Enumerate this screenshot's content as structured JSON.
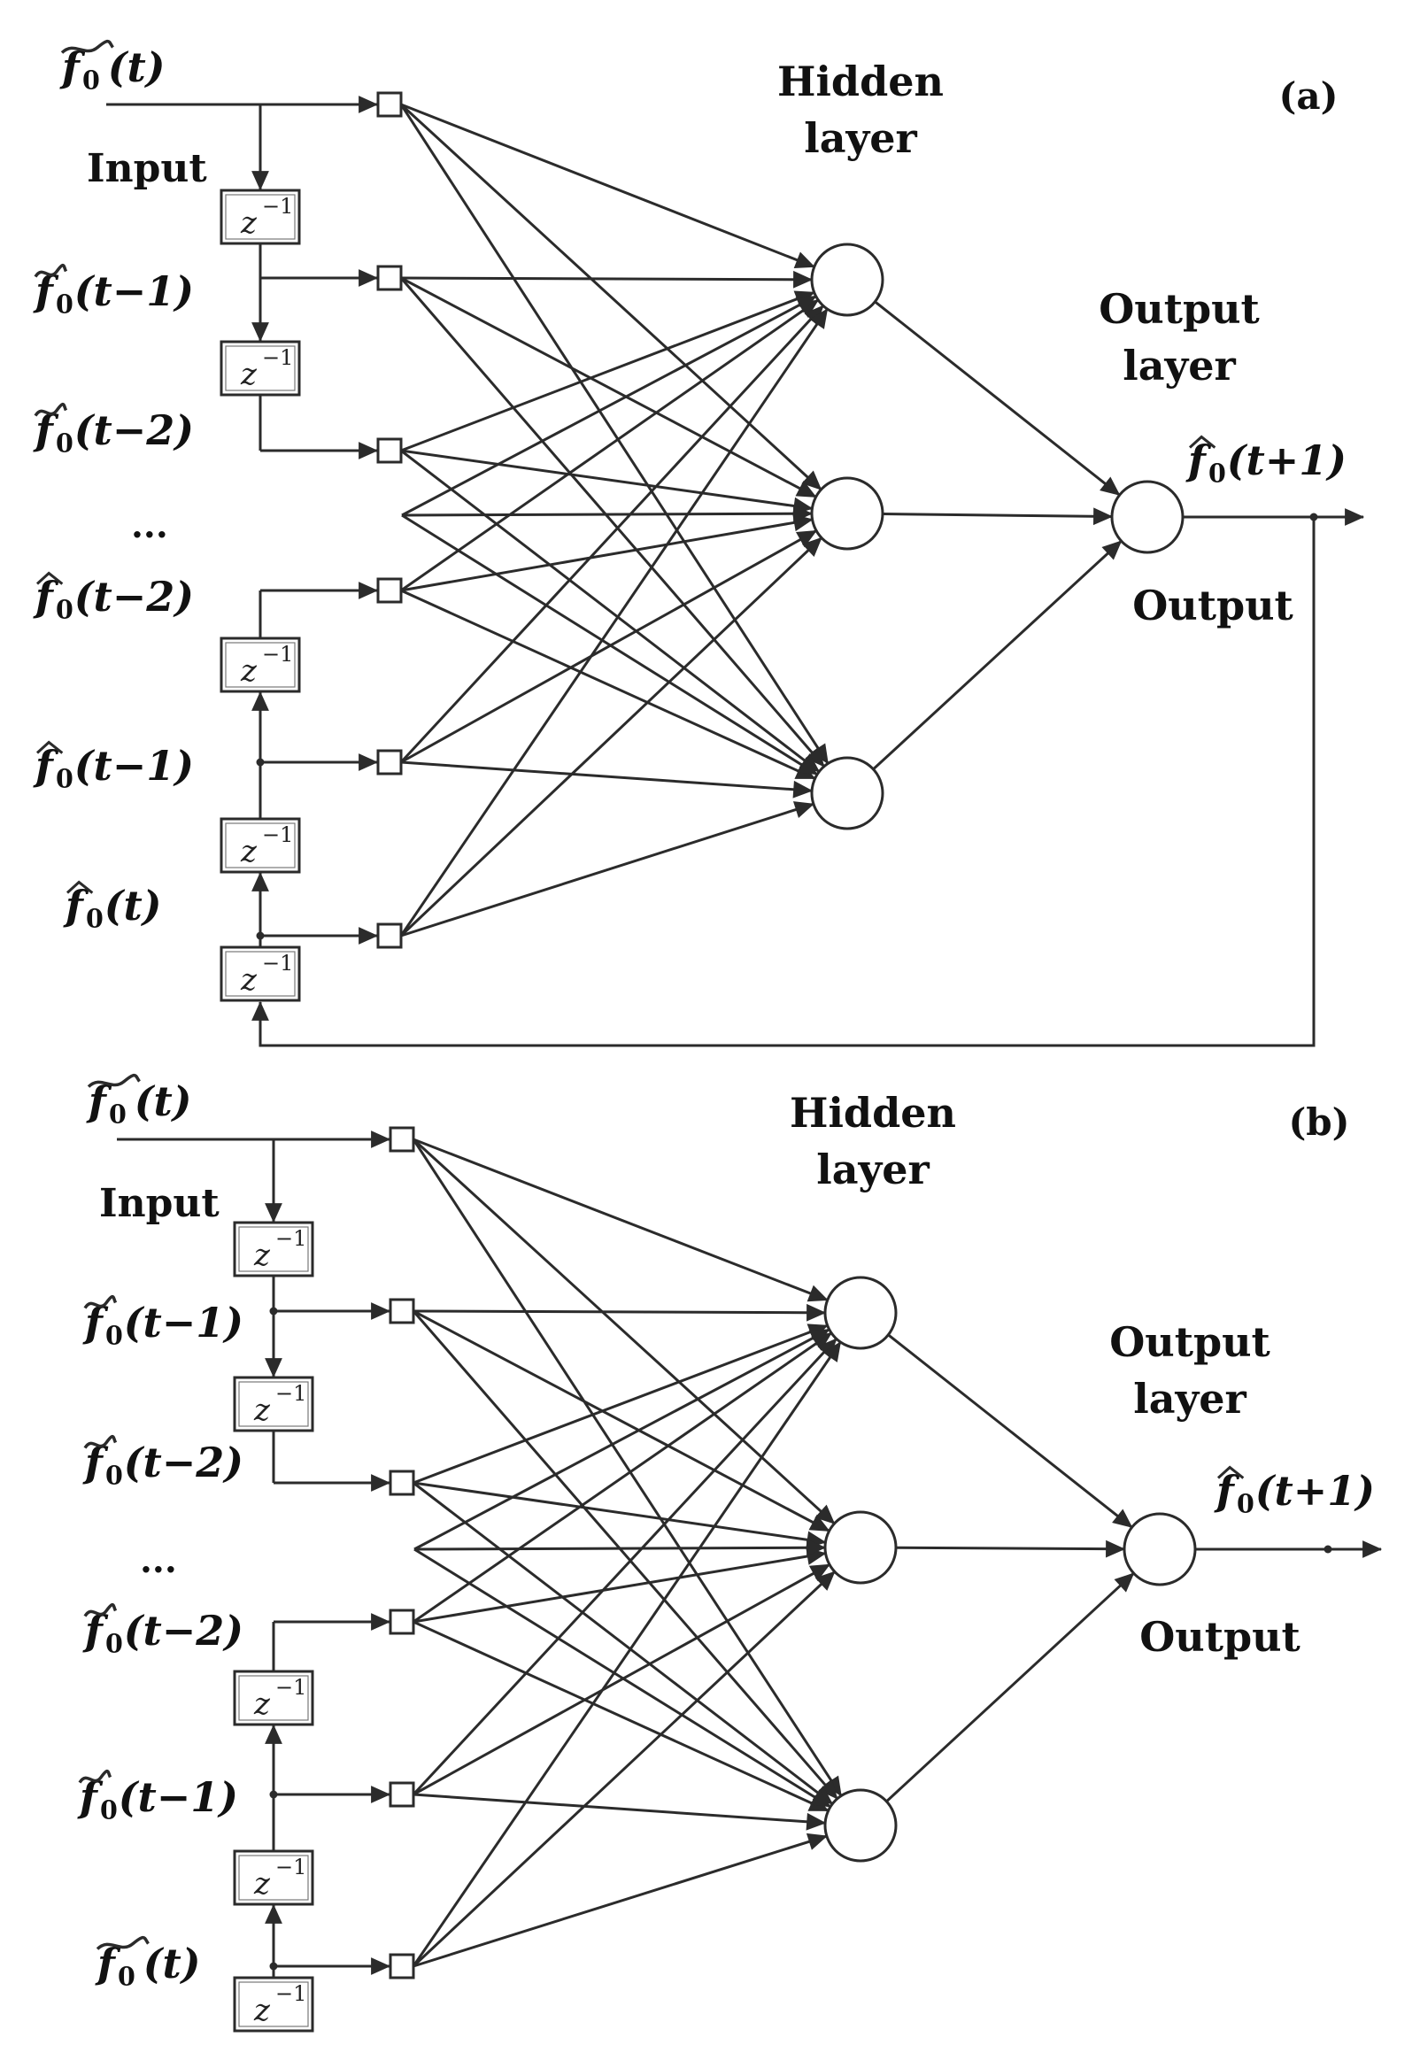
{
  "panels": [
    {
      "id": "a",
      "panel_label": "(a)",
      "hidden_layer_label": [
        "Hidden",
        "layer"
      ],
      "output_layer_label": [
        "Output",
        "layer"
      ],
      "input_label": "Input",
      "output_label": "Output",
      "output_signal": {
        "symbol": "f",
        "sub": "0",
        "arg": "(t+1)",
        "accent": "hat"
      },
      "dots_label": "...",
      "delay_text": {
        "base": "z",
        "exp": "−1"
      },
      "inputs": [
        {
          "symbol": "f",
          "sub": "0",
          "arg": "(t)",
          "accent": "tilde-wide"
        },
        {
          "symbol": "f",
          "sub": "0",
          "arg": "(t−1)",
          "accent": "tilde"
        },
        {
          "symbol": "f",
          "sub": "0",
          "arg": "(t−2)",
          "accent": "tilde"
        },
        {
          "symbol": "f",
          "sub": "0",
          "arg": "(t−2)",
          "accent": "hat"
        },
        {
          "symbol": "f",
          "sub": "0",
          "arg": "(t−1)",
          "accent": "hat"
        },
        {
          "symbol": "f",
          "sub": "0",
          "arg": "(t)",
          "accent": "hat"
        }
      ],
      "feedback": true
    },
    {
      "id": "b",
      "panel_label": "(b)",
      "hidden_layer_label": [
        "Hidden",
        "layer"
      ],
      "output_layer_label": [
        "Output",
        "layer"
      ],
      "input_label": "Input",
      "output_label": "Output",
      "output_signal": {
        "symbol": "f",
        "sub": "0",
        "arg": "(t+1)",
        "accent": "hat"
      },
      "dots_label": "...",
      "delay_text": {
        "base": "z",
        "exp": "−1"
      },
      "inputs": [
        {
          "symbol": "f",
          "sub": "0",
          "arg": "(t)",
          "accent": "tilde-wide"
        },
        {
          "symbol": "f",
          "sub": "0",
          "arg": "(t−1)",
          "accent": "tilde"
        },
        {
          "symbol": "f",
          "sub": "0",
          "arg": "(t−2)",
          "accent": "tilde"
        },
        {
          "symbol": "f",
          "sub": "0",
          "arg": "(t−2)",
          "accent": "tilde"
        },
        {
          "symbol": "f",
          "sub": "0",
          "arg": "(t−1)",
          "accent": "tilde"
        },
        {
          "symbol": "f",
          "sub": "0",
          "arg": "(t)",
          "accent": "tilde-wide"
        }
      ],
      "feedback": false
    }
  ],
  "colors": {
    "stroke": "#2b2b2b",
    "text": "#111111",
    "background": "#ffffff"
  }
}
